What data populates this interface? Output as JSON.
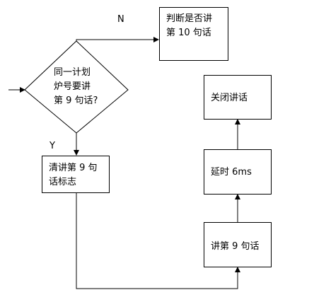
{
  "nodes": {
    "decision": {
      "line1": "同一计划",
      "line2": "炉号要讲",
      "line3": "第 9 句话?"
    },
    "judge_10": {
      "line1": "判断是否讲",
      "line2": "第 10 句话"
    },
    "clear_flag": {
      "line1": "清讲第 9 句",
      "line2": "话标志"
    },
    "speak_9": {
      "text": "讲第 9 句话"
    },
    "delay": {
      "text": "延时 6ms"
    },
    "close": {
      "text": "关闭讲话"
    }
  },
  "branches": {
    "no": "N",
    "yes": "Y"
  }
}
